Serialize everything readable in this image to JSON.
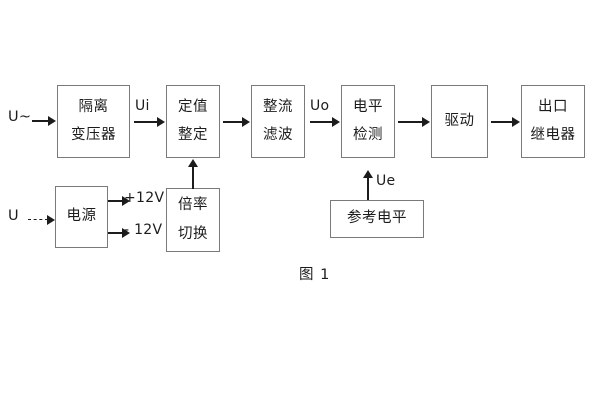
{
  "figure": {
    "caption": "图 1",
    "blocks": [
      {
        "id": "isolation-transformer",
        "lines": [
          "隔离",
          "变压器"
        ]
      },
      {
        "id": "setpoint-setting",
        "lines": [
          "定值",
          "整定"
        ]
      },
      {
        "id": "rectify-filter",
        "lines": [
          "整流",
          "滤波"
        ]
      },
      {
        "id": "level-detection",
        "lines": [
          "电平",
          "检测"
        ]
      },
      {
        "id": "drive",
        "lines": [
          "驱动"
        ]
      },
      {
        "id": "output-relay",
        "lines": [
          "出口",
          "继电器"
        ]
      },
      {
        "id": "power-supply",
        "lines": [
          "电源"
        ]
      },
      {
        "id": "multiplier-switch",
        "lines": [
          "倍率",
          "切换"
        ]
      },
      {
        "id": "reference-level",
        "lines": [
          "参考电平"
        ]
      }
    ],
    "labels": {
      "ac_input": "U~",
      "dc_input": "U",
      "ui": "Ui",
      "uo": "Uo",
      "ue": "Ue",
      "positive_12v": "+12V",
      "negative_12v": "- 12V"
    },
    "colors": {
      "box_border": "#7a7a7a",
      "text": "#1c1c1c",
      "arrow": "#1c1c1c",
      "background": "#ffffff"
    }
  }
}
